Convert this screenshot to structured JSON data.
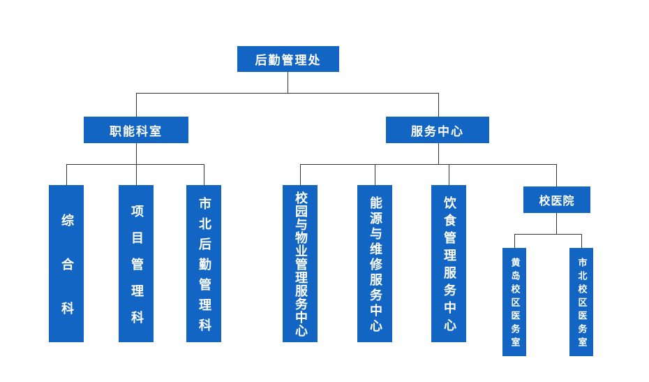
{
  "chart": {
    "type": "org-chart",
    "root": {
      "label": "后勤管理处"
    },
    "branches": [
      {
        "label": "职能科室",
        "children": [
          {
            "label": "综合科"
          },
          {
            "label": "项目管理科"
          },
          {
            "label": "市北后勤管理科"
          }
        ]
      },
      {
        "label": "服务中心",
        "children": [
          {
            "label": "校园与物业管理服务中心"
          },
          {
            "label": "能源与维修服务中心"
          },
          {
            "label": "饮食管理服务中心"
          },
          {
            "label": "校医院",
            "children": [
              {
                "label": "黄岛校区医务室"
              },
              {
                "label": "市北校区医务室"
              }
            ]
          }
        ]
      }
    ],
    "colors": {
      "box_fill": "#1265c2",
      "box_text": "#ffffff",
      "connector": "#333333",
      "background": "#ffffff"
    }
  }
}
